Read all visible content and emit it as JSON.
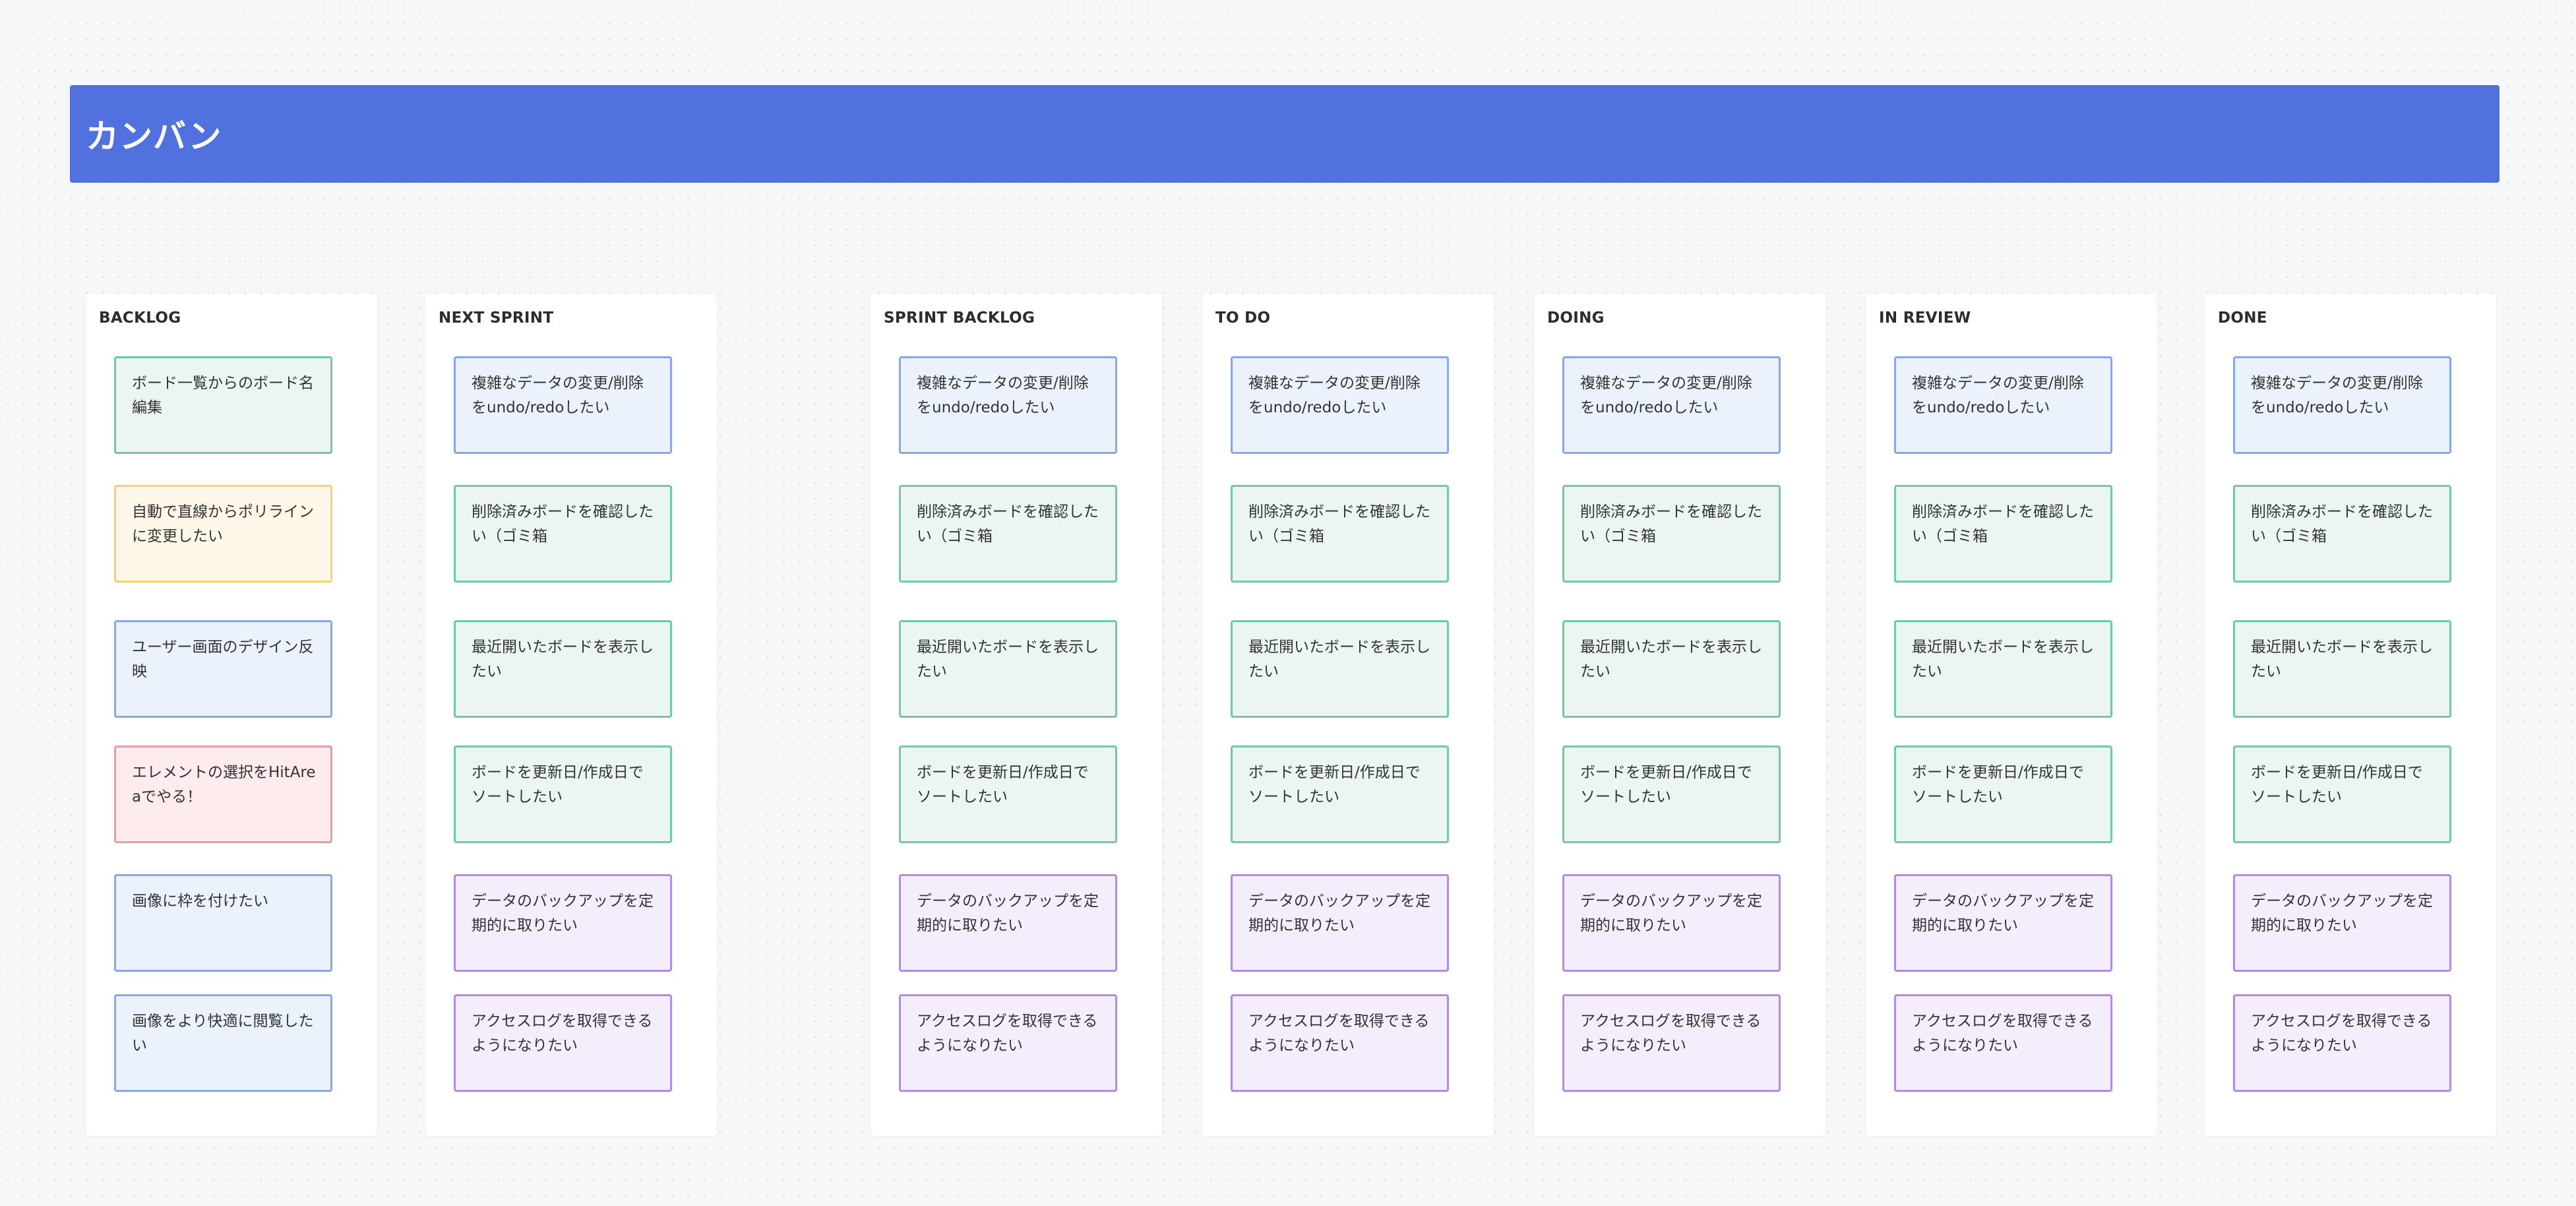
{
  "header": {
    "title": "カンバン"
  },
  "colors": {
    "header": "#5171df",
    "green": "#74c7a9",
    "yellow": "#f5d276",
    "blue": "#8aa7ec",
    "red": "#eb9aa6",
    "purple": "#b48ae8"
  },
  "columns": [
    {
      "title": "BACKLOG",
      "cards": [
        {
          "text": "ボード一覧からのボード名編集",
          "color": "green"
        },
        {
          "text": "自動で直線からポリラインに変更したい",
          "color": "yellow"
        },
        {
          "text": "ユーザー画面のデザイン反映",
          "color": "blue"
        },
        {
          "text": "エレメントの選択をHitAreaでやる！",
          "color": "red"
        },
        {
          "text": "画像に枠を付けたい",
          "color": "blue"
        },
        {
          "text": "画像をより快適に閲覧したい",
          "color": "blue"
        }
      ]
    },
    {
      "title": "NEXT SPRINT",
      "cards": [
        {
          "text": "複雑なデータの変更/削除をundo/redoしたい",
          "color": "blue"
        },
        {
          "text": "削除済みボードを確認したい（ゴミ箱",
          "color": "green"
        },
        {
          "text": "最近開いたボードを表示したい",
          "color": "green"
        },
        {
          "text": "ボードを更新日/作成日でソートしたい",
          "color": "green"
        },
        {
          "text": "データのバックアップを定期的に取りたい",
          "color": "purple"
        },
        {
          "text": "アクセスログを取得できるようになりたい",
          "color": "purple"
        }
      ]
    },
    {
      "title": "SPRINT BACKLOG",
      "cards": [
        {
          "text": "複雑なデータの変更/削除をundo/redoしたい",
          "color": "blue"
        },
        {
          "text": "削除済みボードを確認したい（ゴミ箱",
          "color": "green"
        },
        {
          "text": "最近開いたボードを表示したい",
          "color": "green"
        },
        {
          "text": "ボードを更新日/作成日でソートしたい",
          "color": "green"
        },
        {
          "text": "データのバックアップを定期的に取りたい",
          "color": "purple"
        },
        {
          "text": "アクセスログを取得できるようになりたい",
          "color": "purple"
        }
      ]
    },
    {
      "title": "TO DO",
      "cards": [
        {
          "text": "複雑なデータの変更/削除をundo/redoしたい",
          "color": "blue"
        },
        {
          "text": "削除済みボードを確認したい（ゴミ箱",
          "color": "green"
        },
        {
          "text": "最近開いたボードを表示したい",
          "color": "green"
        },
        {
          "text": "ボードを更新日/作成日でソートしたい",
          "color": "green"
        },
        {
          "text": "データのバックアップを定期的に取りたい",
          "color": "purple"
        },
        {
          "text": "アクセスログを取得できるようになりたい",
          "color": "purple"
        }
      ]
    },
    {
      "title": "DOING",
      "cards": [
        {
          "text": "複雑なデータの変更/削除をundo/redoしたい",
          "color": "blue"
        },
        {
          "text": "削除済みボードを確認したい（ゴミ箱",
          "color": "green"
        },
        {
          "text": "最近開いたボードを表示したい",
          "color": "green"
        },
        {
          "text": "ボードを更新日/作成日でソートしたい",
          "color": "green"
        },
        {
          "text": "データのバックアップを定期的に取りたい",
          "color": "purple"
        },
        {
          "text": "アクセスログを取得できるようになりたい",
          "color": "purple"
        }
      ]
    },
    {
      "title": "IN REVIEW",
      "cards": [
        {
          "text": "複雑なデータの変更/削除をundo/redoしたい",
          "color": "blue"
        },
        {
          "text": "削除済みボードを確認したい（ゴミ箱",
          "color": "green"
        },
        {
          "text": "最近開いたボードを表示したい",
          "color": "green"
        },
        {
          "text": "ボードを更新日/作成日でソートしたい",
          "color": "green"
        },
        {
          "text": "データのバックアップを定期的に取りたい",
          "color": "purple"
        },
        {
          "text": "アクセスログを取得できるようになりたい",
          "color": "purple"
        }
      ]
    },
    {
      "title": "DONE",
      "cards": [
        {
          "text": "複雑なデータの変更/削除をundo/redoしたい",
          "color": "blue"
        },
        {
          "text": "削除済みボードを確認したい（ゴミ箱",
          "color": "green"
        },
        {
          "text": "最近開いたボードを表示したい",
          "color": "green"
        },
        {
          "text": "ボードを更新日/作成日でソートしたい",
          "color": "green"
        },
        {
          "text": "データのバックアップを定期的に取りたい",
          "color": "purple"
        },
        {
          "text": "アクセスログを取得できるようになりたい",
          "color": "purple"
        }
      ]
    }
  ]
}
